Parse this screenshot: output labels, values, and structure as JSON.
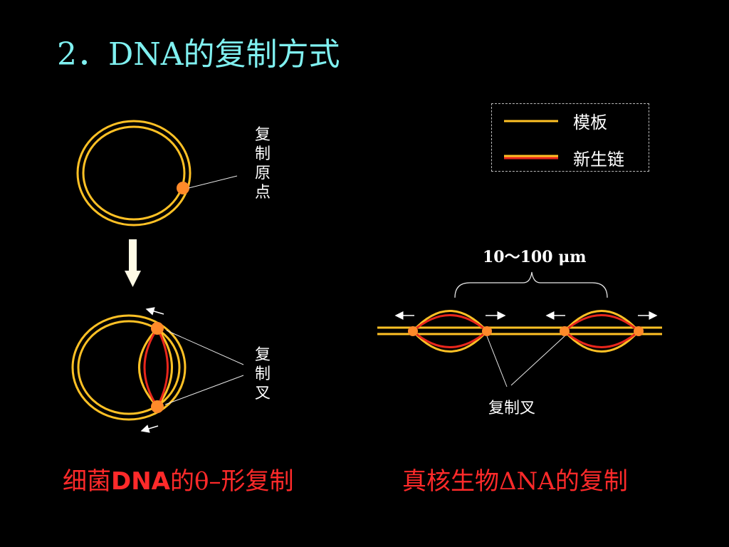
{
  "slide": {
    "title": "2．DNA的复制方式"
  },
  "labels": {
    "origin": "复制原点",
    "fork_vertical": "复制叉",
    "fork_horizontal": "复制叉",
    "measure": "10～100 μm"
  },
  "legend": {
    "template": "模板",
    "new_strand": "新生链"
  },
  "captions": {
    "bacterial_prefix": "细菌",
    "bacterial_bold": "DNA",
    "bacterial_suffix": "的θ–形复制",
    "eukaryote": "真核生物ΔNA的复制"
  },
  "colors": {
    "background": "#000000",
    "title": "#7ff0f0",
    "template_strand": "#ffc125",
    "new_strand": "#e8261c",
    "origin_dot": "#ff8a2a",
    "caption": "#ff2a2a",
    "arrow": "#ffffff",
    "big_arrow": "#fffbe6"
  }
}
